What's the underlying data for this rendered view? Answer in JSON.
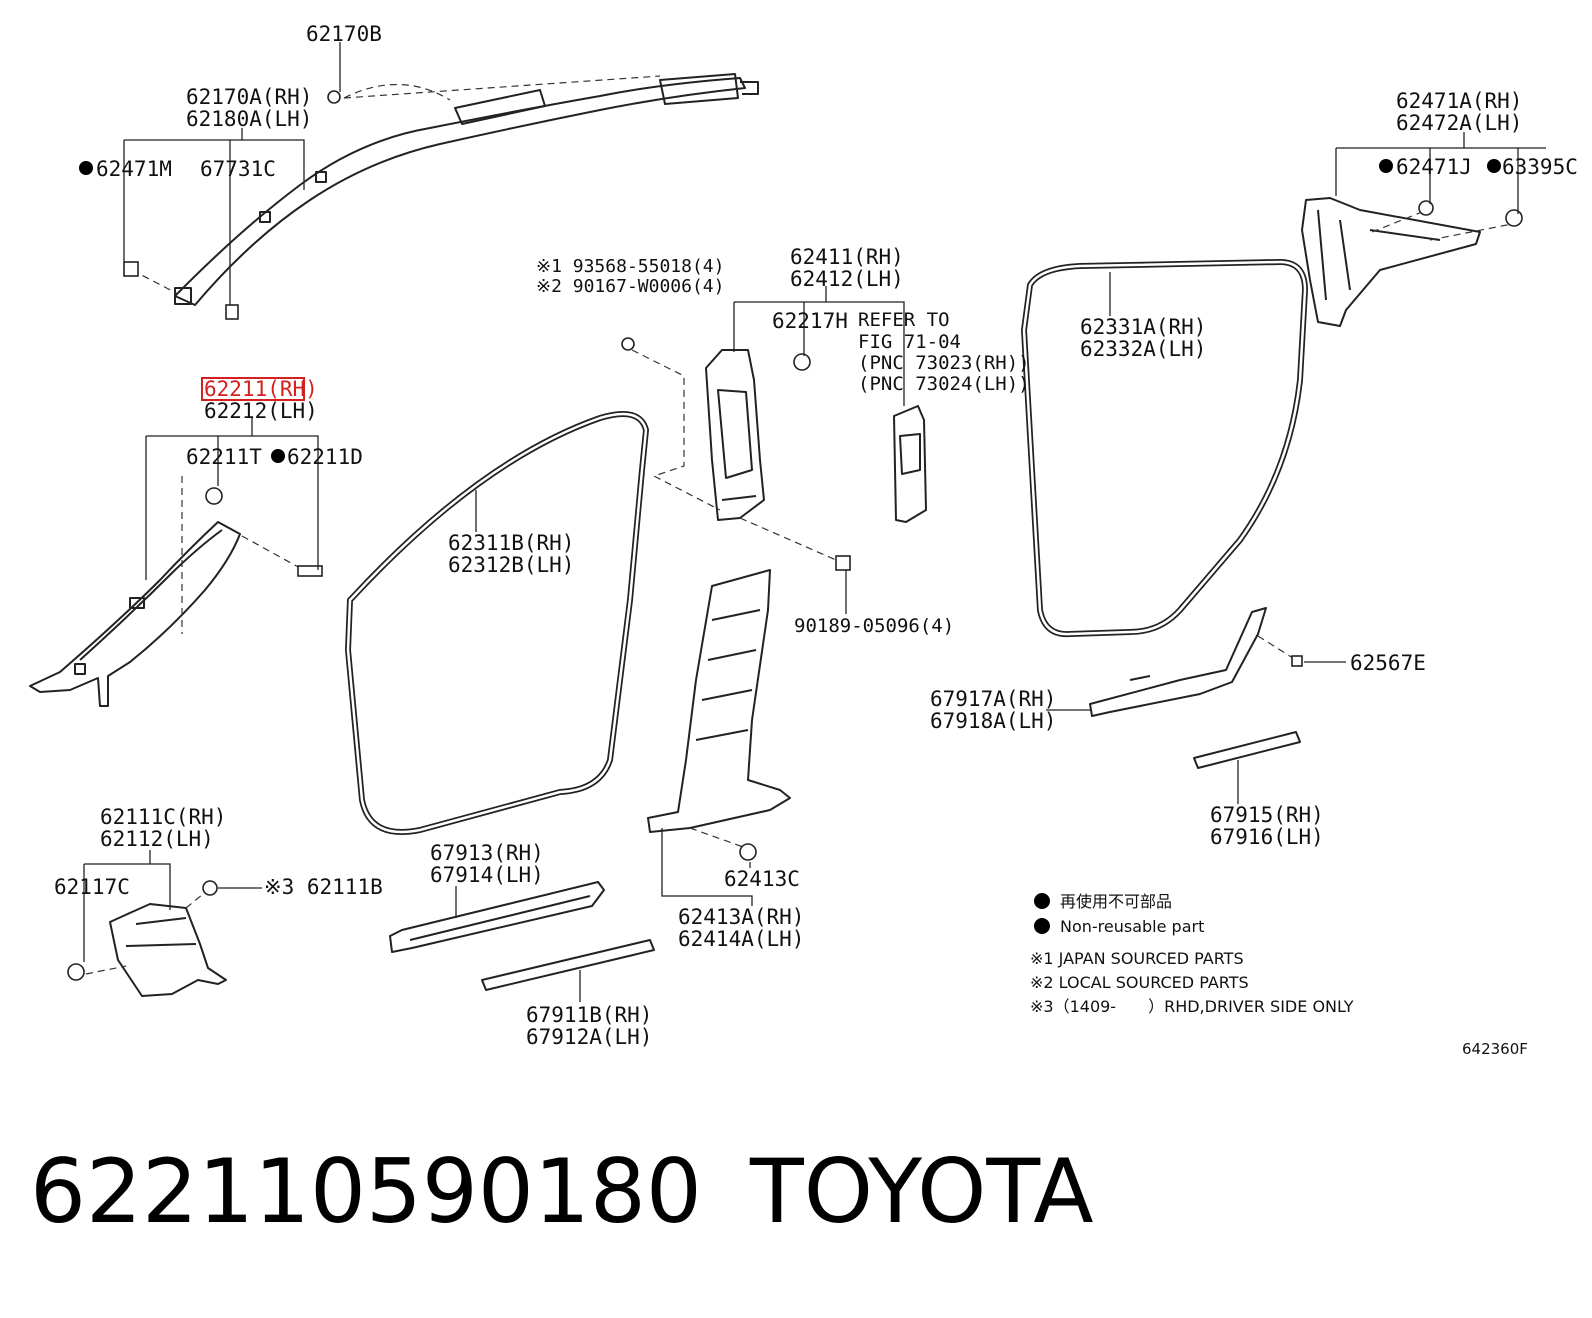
{
  "diagram": {
    "labels": {
      "l62170b": "62170B",
      "l62170a": "62170A(RH)",
      "l62180a": "62180A(LH)",
      "l62471m": "62471M",
      "l67731c": "67731C",
      "l62471a": "62471A(RH)",
      "l62472a": "62472A(LH)",
      "l62471j": "62471J",
      "l63395c": "63395C",
      "l93568": "※1 93568-55018(4)",
      "l90167": "※2 90167-W0006(4)",
      "l62411": "62411(RH)",
      "l62412": "62412(LH)",
      "l62217h": "62217H",
      "lref1": "REFER TO",
      "lref2": "FIG 71-04",
      "lref3": "(PNC 73023(RH))",
      "lref4": "(PNC 73024(LH))",
      "l62331a": "62331A(RH)",
      "l62332a": "62332A(LH)",
      "l62211": "62211(RH)",
      "l62212": "62212(LH)",
      "l62211t": "62211T",
      "l62211d": "62211D",
      "l62311b": "62311B(RH)",
      "l62312b": "62312B(LH)",
      "l90189": "90189-05096(4)",
      "l62567e": "62567E",
      "l67917a": "67917A(RH)",
      "l67918a": "67918A(LH)",
      "l67915": "67915(RH)",
      "l67916": "67916(LH)",
      "l62111c": "62111C(RH)",
      "l62112": "62112(LH)",
      "l62117c": "62117C",
      "l62111b": "※3 62111B",
      "l67913": "67913(RH)",
      "l67914": "67914(LH)",
      "l62413c": "62413C",
      "l62413a": "62413A(RH)",
      "l62414a": "62414A(LH)",
      "l67911b": "67911B(RH)",
      "l67912a": "67912A(LH)"
    },
    "legend": {
      "nonreusable_jp": "再使用不可部品",
      "nonreusable_en": "Non-reusable part",
      "note1": "※1 JAPAN SOURCED PARTS",
      "note2": "※2 LOCAL SOURCED PARTS",
      "note3": "※3（1409-　　）RHD,DRIVER SIDE ONLY"
    },
    "figure_code": "642360F",
    "highlighted_part": "62211(RH)"
  },
  "caption": {
    "part_number": "622110590180",
    "brand": "TOYOTA"
  },
  "colors": {
    "highlight": "#d62020",
    "ink": "#111111"
  }
}
